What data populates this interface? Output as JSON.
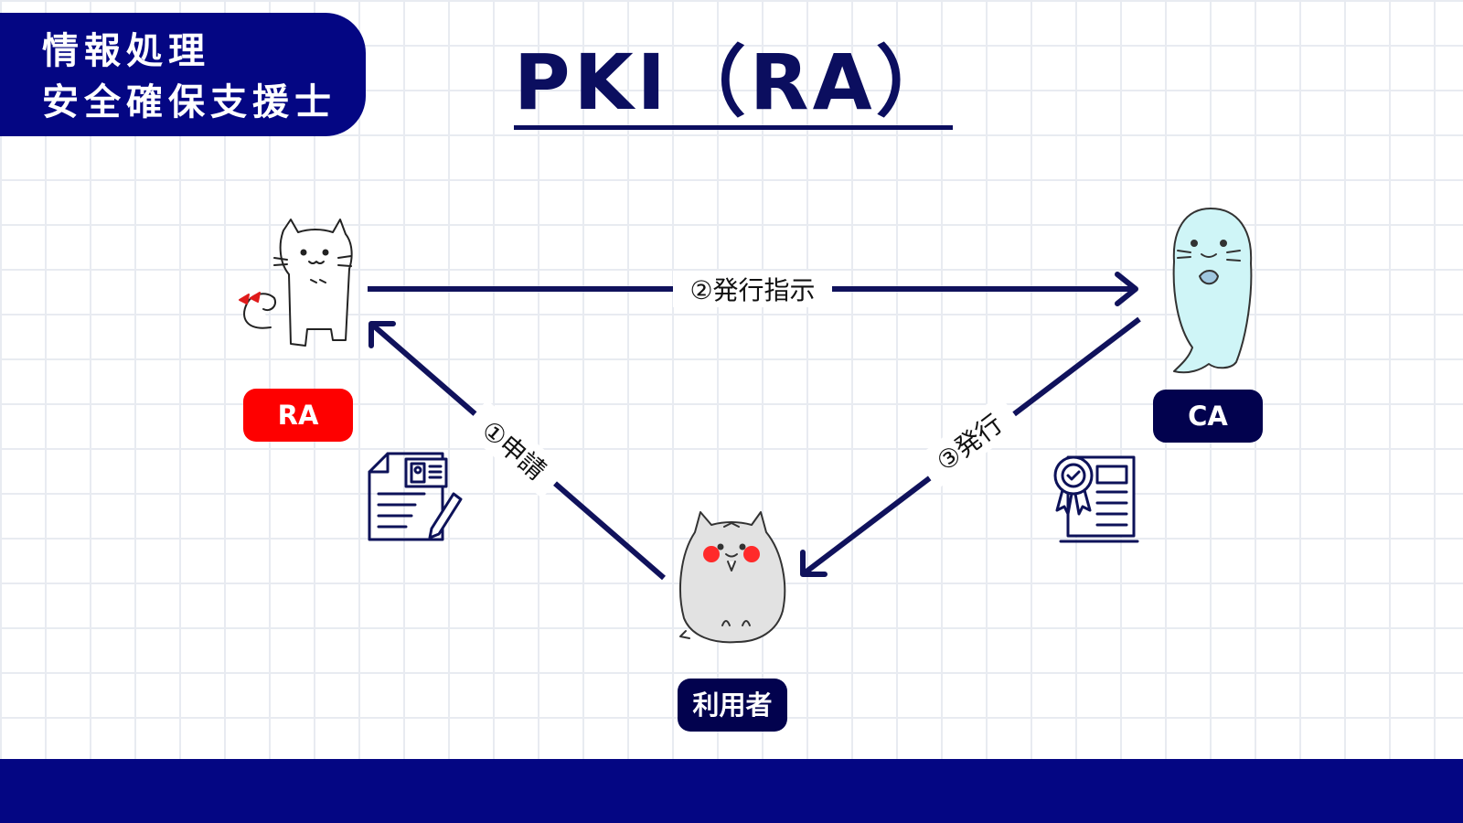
{
  "header": {
    "brand_line1": "情報処理",
    "brand_line2": "安全確保支援士",
    "title": "PKI（RA）"
  },
  "nodes": {
    "ra": {
      "label": "RA",
      "color": "#fe0000"
    },
    "ca": {
      "label": "CA",
      "color": "#02024e"
    },
    "user": {
      "label": "利用者",
      "color": "#02024e"
    }
  },
  "edges": {
    "apply": "①申請",
    "instruct": "②発行指示",
    "issue": "③発行"
  },
  "colors": {
    "brand_blue": "#040683",
    "arrow": "#10125c",
    "seal": "#cff5f7",
    "hamster": "#e2e2e2",
    "cheek": "#ff2a2a"
  },
  "icons": {
    "ra_character": "cat-icon",
    "ca_character": "seal-icon",
    "user_character": "hamster-icon",
    "application": "application-form-icon",
    "certificate": "certificate-icon"
  }
}
